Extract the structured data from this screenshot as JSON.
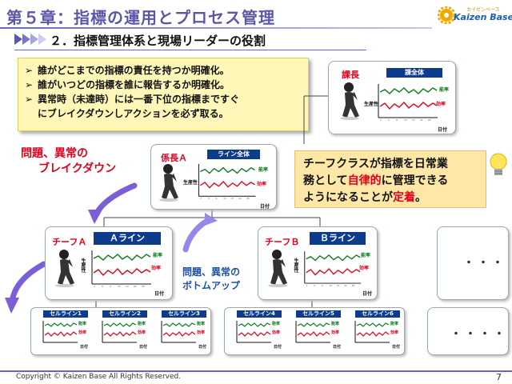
{
  "header": {
    "chapter_title": "第５章：指標の運用とプロセス管理",
    "logo_text": "Kaizen Base",
    "logo_sub": "カイゼンベース"
  },
  "section": {
    "title": "２．指標管理体系と現場リーダーの役割"
  },
  "bullets": [
    {
      "mark": "➢",
      "text": "誰がどこまでの指標の責任を持つか明確化。"
    },
    {
      "mark": "➢",
      "text": "誰がいつどの指標を誰に報告するか明確化。"
    },
    {
      "mark": "➢",
      "text": "異常時（未達時）には一番下位の指標まですぐ"
    },
    {
      "mark": "",
      "text": "にブレイクダウンしアクションを必ず取る。"
    }
  ],
  "callout": {
    "line1": "チーフクラスが指標を日常業",
    "line2_pre": "務として",
    "line2_red": "自律的",
    "line2_post": "に管理できる",
    "line3_pre": "ようになることが",
    "line3_red": "定着",
    "line3_post": "。"
  },
  "labels": {
    "breakdown_line1": "問題、異常の",
    "breakdown_line2": "ブレイクダウン",
    "bottomup_line1": "問題、異常の",
    "bottomup_line2": "ボトムアップ"
  },
  "chart_axis": {
    "efficiency": "能率",
    "yield": "効率",
    "productivity": "生産性",
    "date": "日付"
  },
  "nodes": {
    "manager": {
      "role": "課長",
      "tag": "課全体"
    },
    "leader": {
      "role": "係長Ａ",
      "tag": "ライン全体"
    },
    "chief_a": {
      "role": "チーフＡ",
      "tag": "Ａライン"
    },
    "chief_b": {
      "role": "チーフＢ",
      "tag": "Ｂライン"
    }
  },
  "cells": [
    {
      "tag": "セルライン1"
    },
    {
      "tag": "セルライン2"
    },
    {
      "tag": "セルライン3"
    },
    {
      "tag": "セルライン4"
    },
    {
      "tag": "セルライン5"
    },
    {
      "tag": "セルライン6"
    }
  ],
  "dots": {
    "top": "・・・",
    "bottom": "・・・・・"
  },
  "footer": {
    "copyright": "Copyright ©  Kaizen Base  All Rights Reserved.",
    "page": "7"
  },
  "colors": {
    "accent": "#5b57a6",
    "navy": "#0d3c8c",
    "green": "#0a7a1a",
    "red": "#e0001a",
    "arrow_purple": "#8a6fe0"
  }
}
